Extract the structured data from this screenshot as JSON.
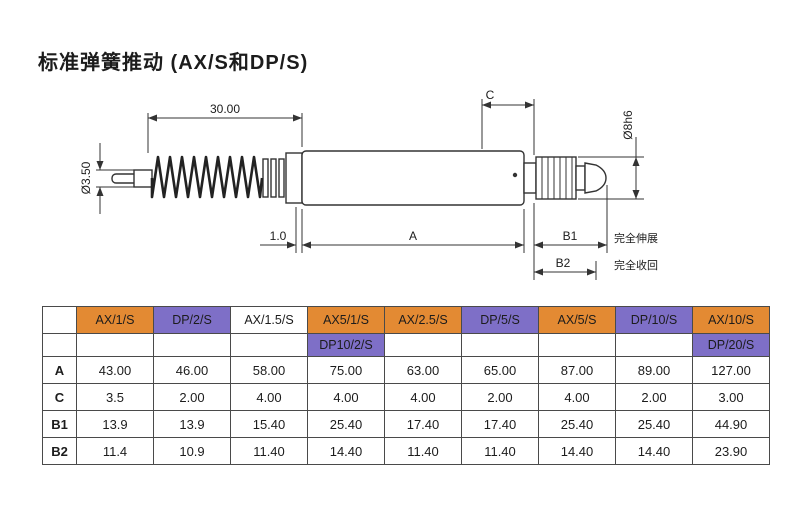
{
  "title": "标准弹簧推动 (AX/S和DP/S)",
  "colors": {
    "orange": "#E38A33",
    "purple": "#7E6FC7",
    "line": "#333333"
  },
  "drawing": {
    "dims": {
      "d30": "30.00",
      "c": "C",
      "dia8": "Ø8h6",
      "dia35": "Ø3.50",
      "d10": "1.0",
      "a": "A",
      "b1": "B1",
      "b2": "B2",
      "extended": "完全伸展",
      "retracted": "完全收回"
    }
  },
  "table": {
    "header1": [
      "",
      "AX/1/S",
      "DP/2/S",
      "AX/1.5/S",
      "AX5/1/S",
      "AX/2.5/S",
      "DP/5/S",
      "AX/5/S",
      "DP/10/S",
      "AX/10/S"
    ],
    "header2": [
      "",
      "",
      "",
      "",
      "DP10/2/S",
      "",
      "",
      "",
      "",
      "DP/20/S"
    ],
    "rows": [
      {
        "label": "A",
        "values": [
          "43.00",
          "46.00",
          "58.00",
          "75.00",
          "63.00",
          "65.00",
          "87.00",
          "89.00",
          "127.00"
        ]
      },
      {
        "label": "C",
        "values": [
          "3.5",
          "2.00",
          "4.00",
          "4.00",
          "4.00",
          "2.00",
          "4.00",
          "2.00",
          "3.00"
        ]
      },
      {
        "label": "B1",
        "values": [
          "13.9",
          "13.9",
          "15.40",
          "25.40",
          "17.40",
          "17.40",
          "25.40",
          "25.40",
          "44.90"
        ]
      },
      {
        "label": "B2",
        "values": [
          "11.4",
          "10.9",
          "11.40",
          "14.40",
          "11.40",
          "11.40",
          "14.40",
          "14.40",
          "23.90"
        ]
      }
    ]
  },
  "chart_data": {
    "type": "table",
    "title": "标准弹簧推动 (AX/S和DP/S)",
    "categories": [
      "AX/1/S",
      "DP/2/S",
      "AX/1.5/S",
      "AX5/1/S · DP10/2/S",
      "AX/2.5/S",
      "DP/5/S",
      "AX/5/S",
      "DP/10/S",
      "AX/10/S · DP/20/S"
    ],
    "series": [
      {
        "name": "A",
        "values": [
          43.0,
          46.0,
          58.0,
          75.0,
          63.0,
          65.0,
          87.0,
          89.0,
          127.0
        ]
      },
      {
        "name": "C",
        "values": [
          3.5,
          2.0,
          4.0,
          4.0,
          4.0,
          2.0,
          4.0,
          2.0,
          3.0
        ]
      },
      {
        "name": "B1",
        "values": [
          13.9,
          13.9,
          15.4,
          25.4,
          17.4,
          17.4,
          25.4,
          25.4,
          44.9
        ]
      },
      {
        "name": "B2",
        "values": [
          11.4,
          10.9,
          11.4,
          14.4,
          11.4,
          11.4,
          14.4,
          14.4,
          23.9
        ]
      }
    ]
  }
}
